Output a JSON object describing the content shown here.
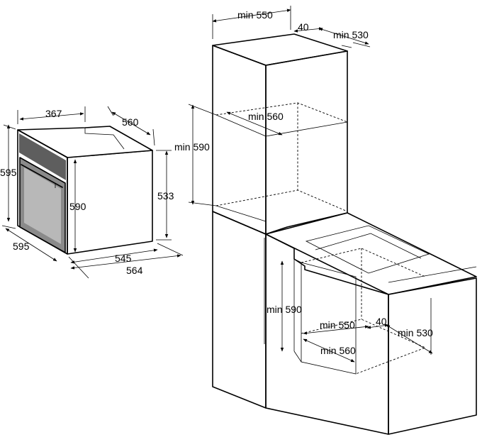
{
  "oven_dimensions": {
    "top_width": "367",
    "top_depth": "560",
    "height_total": "595",
    "height_body": "590",
    "side_height": "533",
    "front_width": "595",
    "depth_body": "545",
    "depth_total": "564"
  },
  "tall_cabinet": {
    "min_width": "min 550",
    "top_gap": "40",
    "min_depth": "min 530",
    "niche_depth": "min 560",
    "niche_height": "min 590"
  },
  "under_counter": {
    "niche_height": "min 590",
    "min_width": "min 550",
    "gap": "40",
    "min_depth": "min 530",
    "niche_depth": "min 560"
  }
}
